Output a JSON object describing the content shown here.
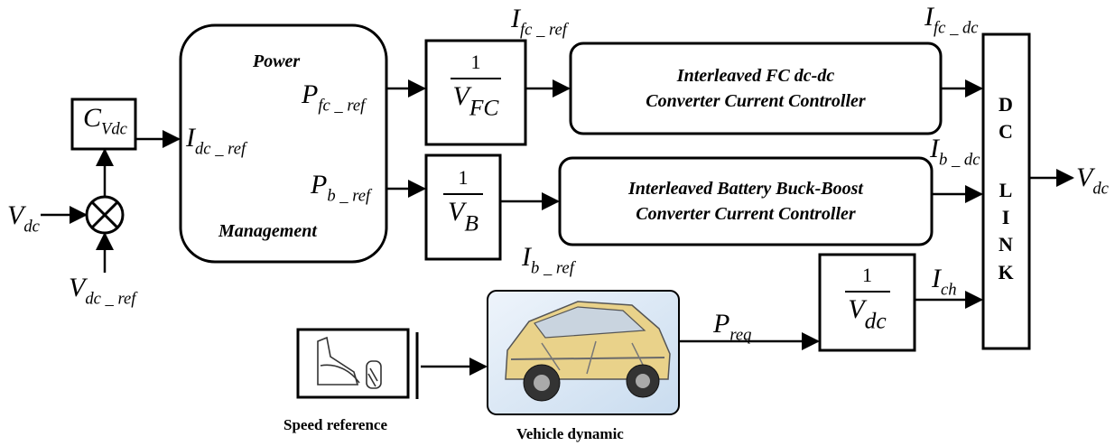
{
  "blocks": {
    "cvdc": {
      "symbol": "C",
      "sub": "Vdc"
    },
    "power_mgmt": {
      "title": "Power",
      "footer": "Management",
      "in_symbol": "I",
      "in_sub": "dc _ ref",
      "out1_symbol": "P",
      "out1_sub": "fc _ ref",
      "out2_symbol": "P",
      "out2_sub": "b _ ref"
    },
    "div_vfc": {
      "num": "1",
      "den_symbol": "V",
      "den_sub": "FC"
    },
    "div_vb": {
      "num": "1",
      "den_symbol": "V",
      "den_sub": "B"
    },
    "div_vdc": {
      "num": "1",
      "den_symbol": "V",
      "den_sub": "dc"
    },
    "fc_conv": {
      "line1": "Interleaved FC dc-dc",
      "line2": "Converter Current Controller"
    },
    "bat_conv": {
      "line1": "Interleaved Battery Buck-Boost",
      "line2": "Converter Current Controller"
    },
    "dc_link": {
      "letters": [
        "D",
        "C",
        "L",
        "I",
        "N",
        "K"
      ]
    }
  },
  "signals": {
    "vdc_in": {
      "symbol": "V",
      "sub": "dc"
    },
    "vdc_ref": {
      "symbol": "V",
      "sub": "dc _ ref"
    },
    "ifc_ref": {
      "symbol": "I",
      "sub": "fc _ ref"
    },
    "ifc_dc": {
      "symbol": "I",
      "sub": "fc _ dc"
    },
    "ib_dc": {
      "symbol": "I",
      "sub": "b _ dc"
    },
    "ib_ref": {
      "symbol": "I",
      "sub": "b _ ref"
    },
    "ich": {
      "symbol": "I",
      "sub": "ch"
    },
    "preq": {
      "symbol": "P",
      "sub": "req"
    },
    "vdc_out": {
      "symbol": "V",
      "sub": "dc"
    }
  },
  "captions": {
    "speed": "Speed reference",
    "vehicle": "Vehicle dynamic"
  },
  "icons": [
    "pedal-icon",
    "vehicle-icon",
    "summing-junction-icon"
  ]
}
